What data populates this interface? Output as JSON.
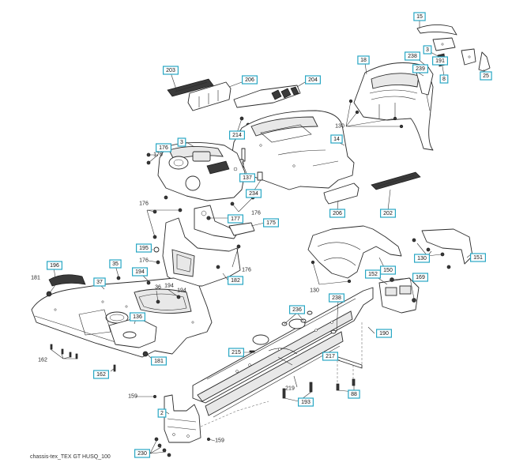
{
  "figure": {
    "caption": "chassis-tex_TEX GT HUSQ_100"
  },
  "callouts": [
    {
      "id": "c15",
      "label": "15"
    },
    {
      "id": "c3a",
      "label": "3"
    },
    {
      "id": "c238a",
      "label": "238"
    },
    {
      "id": "c18",
      "label": "18"
    },
    {
      "id": "c239",
      "label": "239"
    },
    {
      "id": "c191",
      "label": "191"
    },
    {
      "id": "c8",
      "label": "8"
    },
    {
      "id": "c25",
      "label": "25"
    },
    {
      "id": "c203",
      "label": "203"
    },
    {
      "id": "c206a",
      "label": "206"
    },
    {
      "id": "c204",
      "label": "204"
    },
    {
      "id": "c214",
      "label": "214"
    },
    {
      "id": "c14",
      "label": "14"
    },
    {
      "id": "c3b",
      "label": "3"
    },
    {
      "id": "c176a",
      "label": "176"
    },
    {
      "id": "c137",
      "label": "137"
    },
    {
      "id": "c234",
      "label": "234"
    },
    {
      "id": "c206b",
      "label": "206"
    },
    {
      "id": "c202",
      "label": "202"
    },
    {
      "id": "c177",
      "label": "177"
    },
    {
      "id": "c175",
      "label": "175"
    },
    {
      "id": "c195",
      "label": "195"
    },
    {
      "id": "c182",
      "label": "182"
    },
    {
      "id": "c196",
      "label": "196"
    },
    {
      "id": "c35",
      "label": "35"
    },
    {
      "id": "c194a",
      "label": "194"
    },
    {
      "id": "c37",
      "label": "37"
    },
    {
      "id": "c136",
      "label": "136"
    },
    {
      "id": "c181b",
      "label": "181"
    },
    {
      "id": "c162b",
      "label": "162"
    },
    {
      "id": "c150",
      "label": "150"
    },
    {
      "id": "c130b",
      "label": "130"
    },
    {
      "id": "c151",
      "label": "151"
    },
    {
      "id": "c152",
      "label": "152"
    },
    {
      "id": "c169",
      "label": "169"
    },
    {
      "id": "c238b",
      "label": "238"
    },
    {
      "id": "c236",
      "label": "236"
    },
    {
      "id": "c190",
      "label": "190"
    },
    {
      "id": "c215",
      "label": "215"
    },
    {
      "id": "c217",
      "label": "217"
    },
    {
      "id": "c88",
      "label": "88"
    },
    {
      "id": "c193",
      "label": "193"
    },
    {
      "id": "c2",
      "label": "2"
    },
    {
      "id": "c230",
      "label": "230"
    }
  ],
  "plain_labels": [
    {
      "id": "p130a",
      "label": "130"
    },
    {
      "id": "p176b",
      "label": "176"
    },
    {
      "id": "p176c",
      "label": "176"
    },
    {
      "id": "p176d",
      "label": "176"
    },
    {
      "id": "p176e",
      "label": "176"
    },
    {
      "id": "p176f",
      "label": "176"
    },
    {
      "id": "p181a",
      "label": "181"
    },
    {
      "id": "p36",
      "label": "36"
    },
    {
      "id": "p194b",
      "label": "194"
    },
    {
      "id": "p162a",
      "label": "162"
    },
    {
      "id": "p130c",
      "label": "130"
    },
    {
      "id": "p194c",
      "label": "194"
    },
    {
      "id": "p219",
      "label": "219"
    },
    {
      "id": "p159a",
      "label": "159"
    },
    {
      "id": "p159b",
      "label": "159"
    }
  ]
}
